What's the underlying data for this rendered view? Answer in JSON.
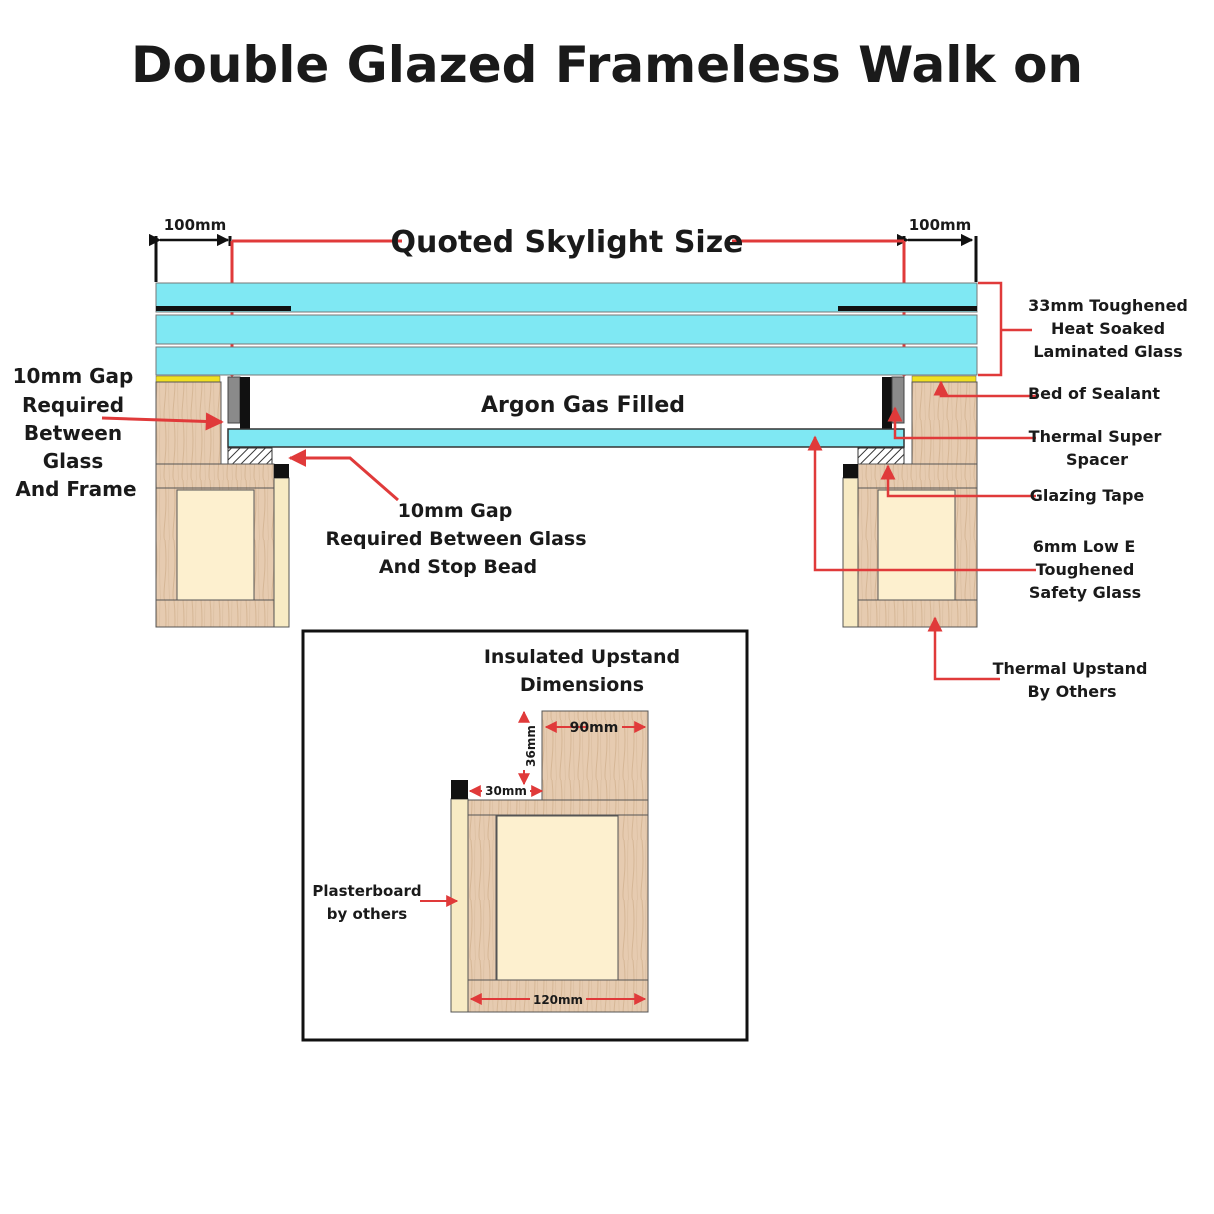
{
  "title": "Double Glazed Frameless Walk on",
  "dims": {
    "left_100": "100mm",
    "right_100": "100mm",
    "quoted_size": "Quoted Skylight Size"
  },
  "center_label": "Argon Gas Filled",
  "labels": {
    "gap_frame": [
      "10mm Gap",
      "Required",
      "Between",
      "Glass",
      "And Frame"
    ],
    "gap_stop": [
      "10mm Gap",
      "Required Between Glass",
      "And Stop Bead"
    ],
    "laminated": [
      "33mm Toughened",
      "Heat Soaked",
      "Laminated Glass"
    ],
    "sealant": "Bed of Sealant",
    "spacer": [
      "Thermal Super",
      "Spacer"
    ],
    "tape": "Glazing Tape",
    "lowe": [
      "6mm Low E",
      "Toughened",
      "Safety Glass"
    ],
    "upstand": [
      "Thermal Upstand",
      "By Others"
    ]
  },
  "inset": {
    "title": [
      "Insulated Upstand",
      "Dimensions"
    ],
    "d90": "90mm",
    "d36": "36mm",
    "d30": "30mm",
    "d120": "120mm",
    "plasterboard": [
      "Plasterboard",
      "by others"
    ]
  },
  "colors": {
    "glass": "#7fe8f3",
    "timber": "#e6cbb0",
    "insulation": "#fdf0cf",
    "plaster": "#f8ebc4",
    "sealant": "#f0e020",
    "red": "#e03a3a"
  }
}
